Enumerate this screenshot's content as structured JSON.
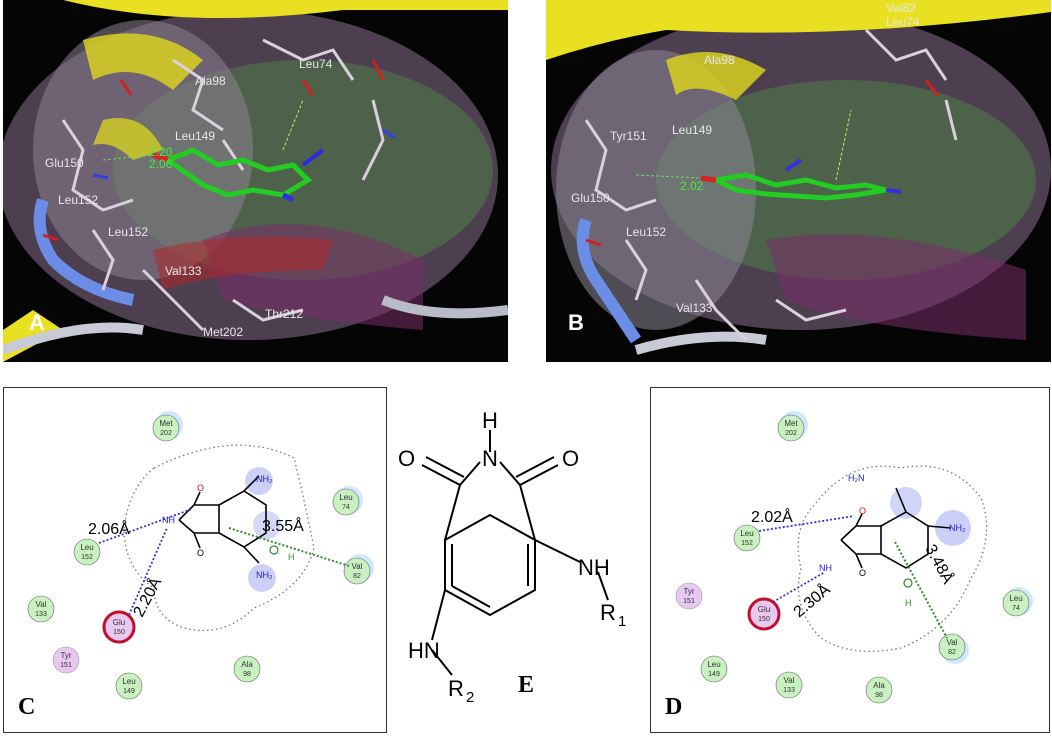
{
  "panels": {
    "a": {
      "label": "A",
      "residues": [
        "Ala98",
        "Leu74",
        "Leu149",
        "Glu150",
        "Leu152",
        "Leu152",
        "Val133",
        "Met202",
        "Thr212"
      ],
      "distances": [
        "2.20",
        "2.06"
      ]
    },
    "b": {
      "label": "B",
      "residues": [
        "Ala98",
        "Val82",
        "Leu74",
        "Tyr151",
        "Leu149",
        "Glu150",
        "Leu152",
        "Val133"
      ],
      "distances": [
        "2.02"
      ]
    },
    "c": {
      "label": "C",
      "residues": [
        {
          "name": "Met",
          "num": "202"
        },
        {
          "name": "Leu",
          "num": "74"
        },
        {
          "name": "Leu",
          "num": "152"
        },
        {
          "name": "Val",
          "num": "82"
        },
        {
          "name": "Val",
          "num": "133"
        },
        {
          "name": "Glu",
          "num": "150"
        },
        {
          "name": "Tyr",
          "num": "151"
        },
        {
          "name": "Leu",
          "num": "149"
        },
        {
          "name": "Ala",
          "num": "98"
        }
      ],
      "distances": [
        "2.06Å",
        "3.55Å",
        "2.20Å"
      ],
      "atoms": {
        "nh2_top": "NH₂",
        "nh2_bottom": "NH₂",
        "nh": "NH",
        "o": "O",
        "h": "H"
      }
    },
    "d": {
      "label": "D",
      "residues": [
        {
          "name": "Met",
          "num": "202"
        },
        {
          "name": "Leu",
          "num": "152"
        },
        {
          "name": "Tyr",
          "num": "151"
        },
        {
          "name": "Glu",
          "num": "150"
        },
        {
          "name": "Leu",
          "num": "74"
        },
        {
          "name": "Val",
          "num": "82"
        },
        {
          "name": "Leu",
          "num": "149"
        },
        {
          "name": "Val",
          "num": "133"
        },
        {
          "name": "Ala",
          "num": "98"
        }
      ],
      "distances": [
        "2.02Å",
        "2.30Å",
        "3.48Å"
      ],
      "atoms": {
        "h2n": "H₂N",
        "nh2": "NH₂",
        "nh": "NH",
        "o": "O",
        "h": "H"
      }
    },
    "e": {
      "label": "E",
      "atoms": {
        "h": "H",
        "n": "N",
        "o_left": "O",
        "o_right": "O",
        "nh_right": "NH",
        "r1": "R",
        "r1_sub": "1",
        "hn_left": "HN",
        "r2": "R",
        "r2_sub": "2"
      }
    }
  },
  "colors": {
    "ligand": "#22cc22",
    "helix": "#e8e020",
    "hbond": "#3333cc",
    "pi": "#2e8b2e",
    "hydrophobic": "#c8f0c0",
    "polar": "#e8c8f0",
    "acidic": "#c0102a"
  }
}
